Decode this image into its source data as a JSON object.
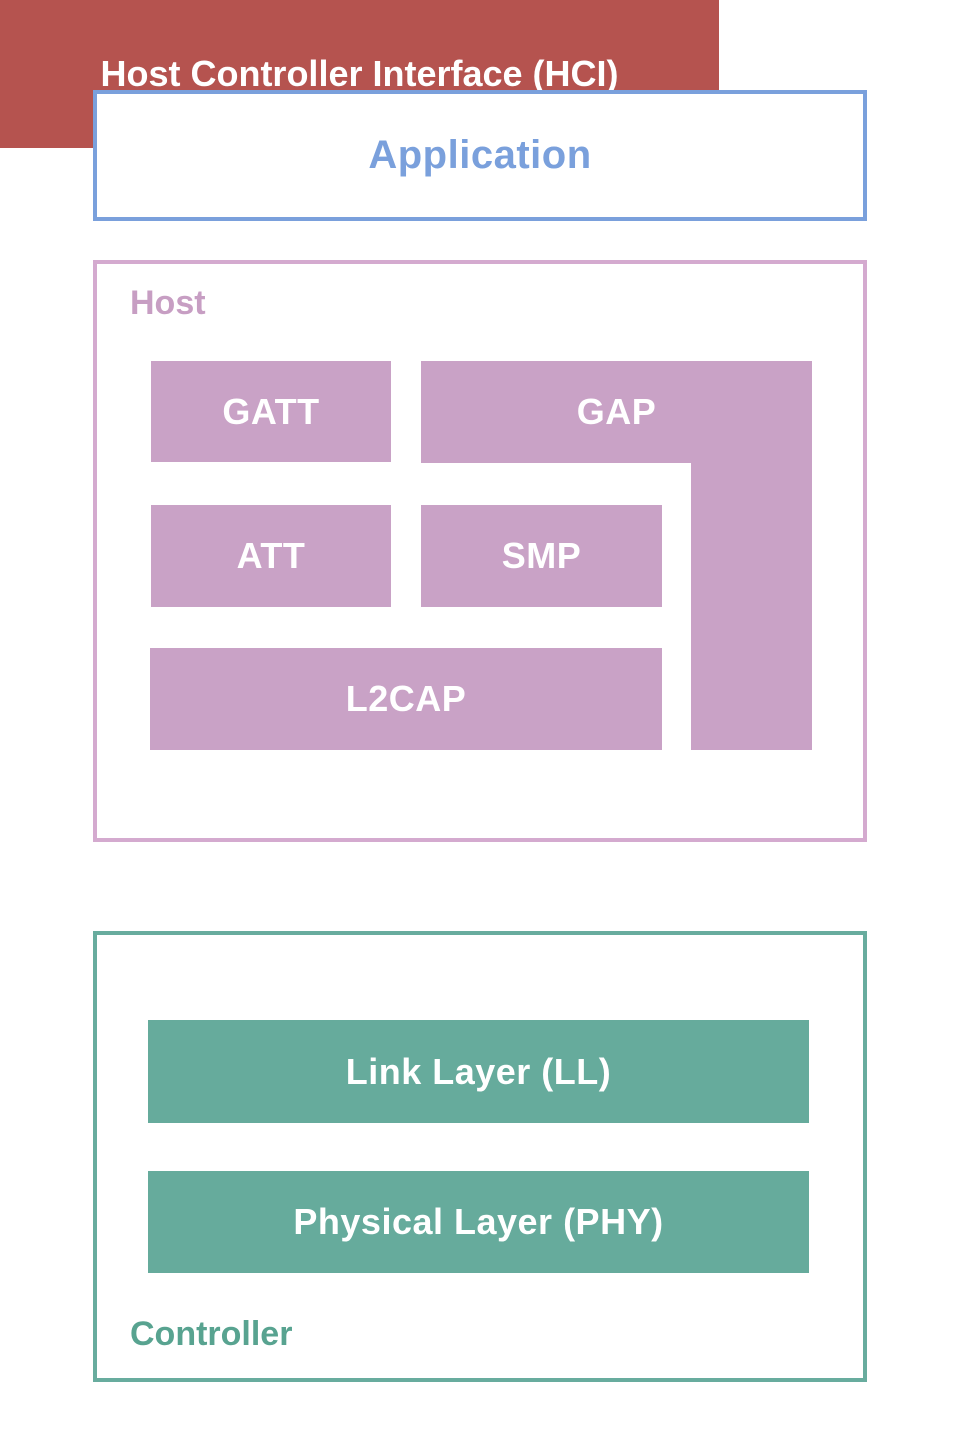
{
  "application": {
    "label": "Application"
  },
  "host": {
    "label": "Host",
    "blocks": {
      "gatt": "GATT",
      "gap": "GAP",
      "att": "ATT",
      "smp": "SMP",
      "l2cap": "L2CAP"
    }
  },
  "hci": {
    "label": "Host Controller Interface (HCI)"
  },
  "controller": {
    "label": "Controller",
    "blocks": {
      "link_layer": "Link Layer (LL)",
      "physical_layer": "Physical Layer (PHY)"
    }
  },
  "colors": {
    "application_accent": "#7AA0DC",
    "host_border": "#D4AACF",
    "host_label": "#C79EC3",
    "host_block_fill": "#C9A2C6",
    "hci_fill": "#B5534F",
    "controller_border": "#68AC9E",
    "controller_label": "#58A390",
    "controller_block_fill": "#66AB9C",
    "block_text": "#FFFFFF",
    "background": "#FFFFFF"
  }
}
